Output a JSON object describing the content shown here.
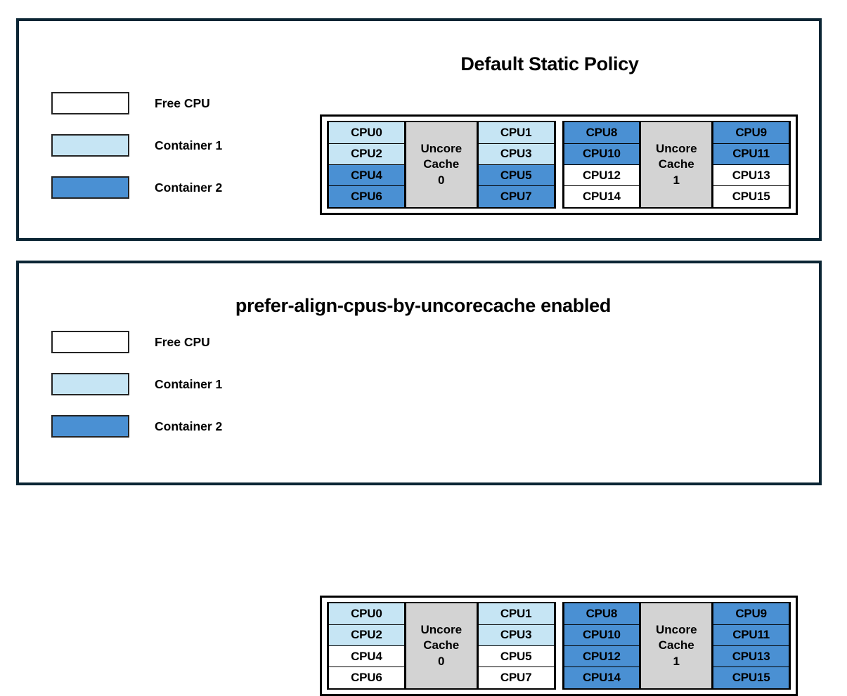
{
  "panels": [
    {
      "title": "Default Static Policy",
      "legend": [
        {
          "label": "Free CPU",
          "swatch": "free",
          "color": "#ffffff"
        },
        {
          "label": "Container 1",
          "swatch": "c1",
          "color": "#c6e5f4"
        },
        {
          "label": "Container 2",
          "swatch": "c2",
          "color": "#4a90d3"
        }
      ],
      "cache_groups": [
        {
          "cache_label_line1": "Uncore",
          "cache_label_line2": "Cache",
          "cache_label_line3": "0",
          "left_column": [
            {
              "label": "CPU0",
              "state": "c1"
            },
            {
              "label": "CPU2",
              "state": "c1"
            },
            {
              "label": "CPU4",
              "state": "c2"
            },
            {
              "label": "CPU6",
              "state": "c2"
            }
          ],
          "right_column": [
            {
              "label": "CPU1",
              "state": "c1"
            },
            {
              "label": "CPU3",
              "state": "c1"
            },
            {
              "label": "CPU5",
              "state": "c2"
            },
            {
              "label": "CPU7",
              "state": "c2"
            }
          ]
        },
        {
          "cache_label_line1": "Uncore",
          "cache_label_line2": "Cache",
          "cache_label_line3": "1",
          "left_column": [
            {
              "label": "CPU8",
              "state": "c2"
            },
            {
              "label": "CPU10",
              "state": "c2"
            },
            {
              "label": "CPU12",
              "state": "free"
            },
            {
              "label": "CPU14",
              "state": "free"
            }
          ],
          "right_column": [
            {
              "label": "CPU9",
              "state": "c2"
            },
            {
              "label": "CPU11",
              "state": "c2"
            },
            {
              "label": "CPU13",
              "state": "free"
            },
            {
              "label": "CPU15",
              "state": "free"
            }
          ]
        }
      ]
    },
    {
      "title": "prefer-align-cpus-by-uncorecache enabled",
      "legend": [
        {
          "label": "Free CPU",
          "swatch": "free",
          "color": "#ffffff"
        },
        {
          "label": "Container 1",
          "swatch": "c1",
          "color": "#c6e5f4"
        },
        {
          "label": "Container 2",
          "swatch": "c2",
          "color": "#4a90d3"
        }
      ],
      "cache_groups": [
        {
          "cache_label_line1": "Uncore",
          "cache_label_line2": "Cache",
          "cache_label_line3": "0",
          "left_column": [
            {
              "label": "CPU0",
              "state": "c1"
            },
            {
              "label": "CPU2",
              "state": "c1"
            },
            {
              "label": "CPU4",
              "state": "free"
            },
            {
              "label": "CPU6",
              "state": "free"
            }
          ],
          "right_column": [
            {
              "label": "CPU1",
              "state": "c1"
            },
            {
              "label": "CPU3",
              "state": "c1"
            },
            {
              "label": "CPU5",
              "state": "free"
            },
            {
              "label": "CPU7",
              "state": "free"
            }
          ]
        },
        {
          "cache_label_line1": "Uncore",
          "cache_label_line2": "Cache",
          "cache_label_line3": "1",
          "left_column": [
            {
              "label": "CPU8",
              "state": "c2"
            },
            {
              "label": "CPU10",
              "state": "c2"
            },
            {
              "label": "CPU12",
              "state": "c2"
            },
            {
              "label": "CPU14",
              "state": "c2"
            }
          ],
          "right_column": [
            {
              "label": "CPU9",
              "state": "c2"
            },
            {
              "label": "CPU11",
              "state": "c2"
            },
            {
              "label": "CPU13",
              "state": "c2"
            },
            {
              "label": "CPU15",
              "state": "c2"
            }
          ]
        }
      ]
    }
  ]
}
